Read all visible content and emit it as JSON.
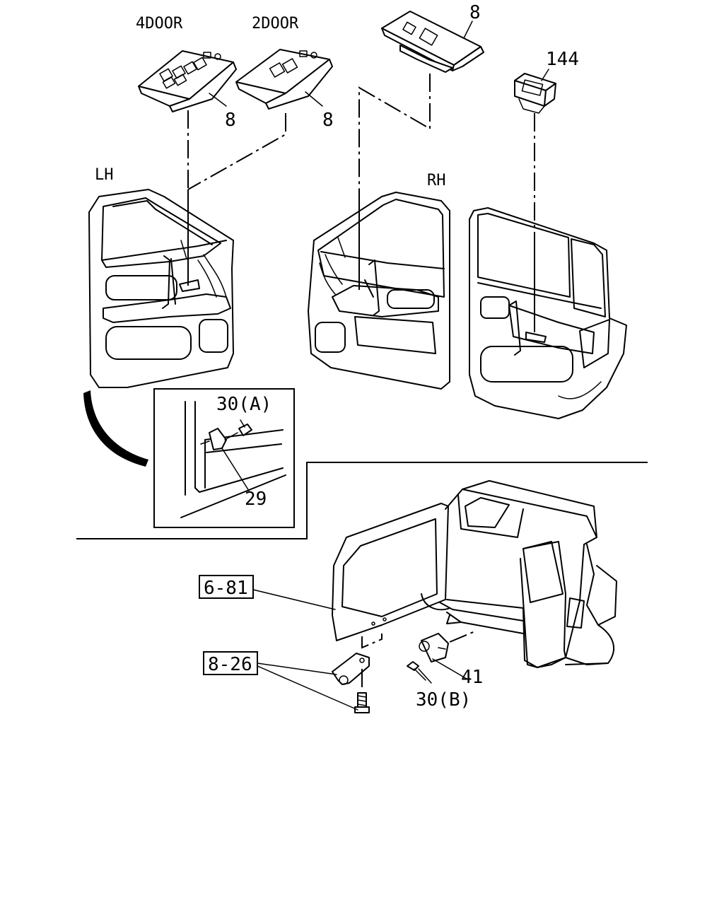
{
  "labels": {
    "four_door": "4DOOR",
    "two_door": "2DOOR",
    "lh": "LH",
    "rh": "RH",
    "part_8_a": "8",
    "part_8_b": "8",
    "part_8_c": "8",
    "part_144": "144",
    "part_30a": "30(A)",
    "part_29": "29",
    "ref_6_81": "6-81",
    "ref_8_26": "8-26",
    "part_41": "41",
    "part_30b": "30(B)"
  }
}
